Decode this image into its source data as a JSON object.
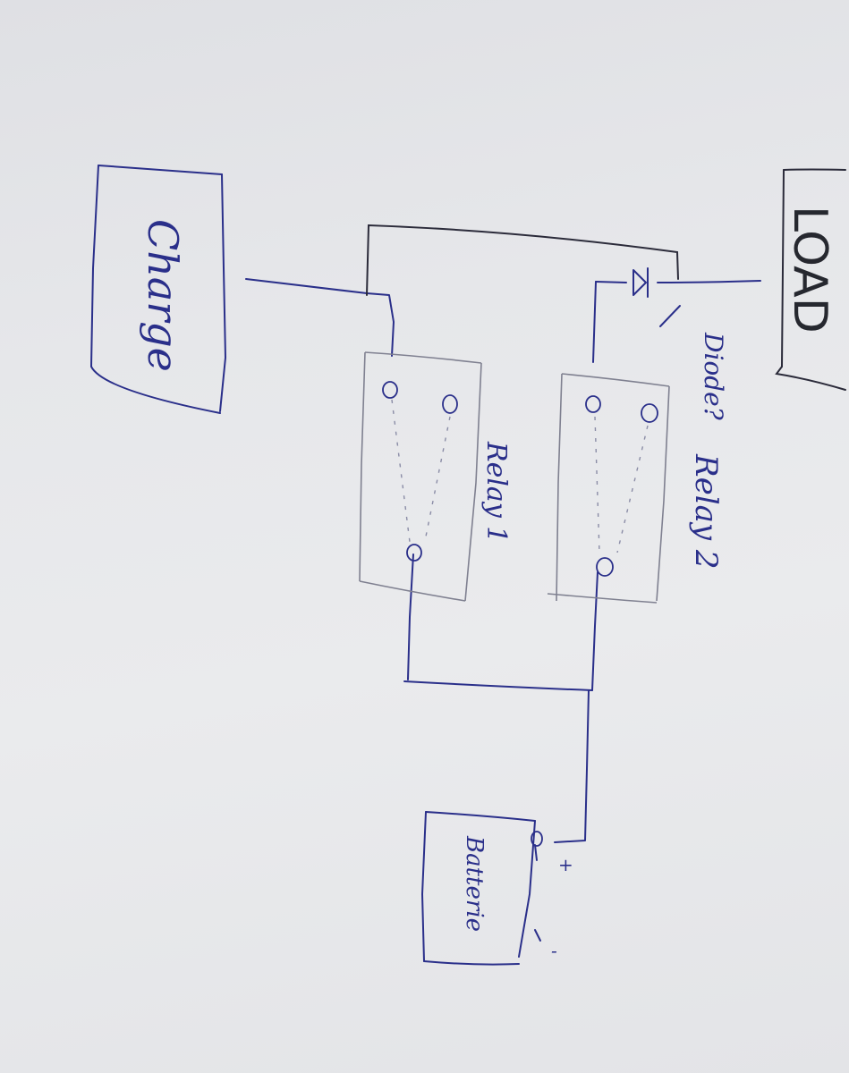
{
  "labels": {
    "load": "LOAD",
    "charge": "Charge",
    "diode": "Diode?",
    "relay1": "Relay 1",
    "relay2": "Relay 2",
    "battery": "Batterie",
    "plus": "+",
    "minus": "-"
  },
  "colors": {
    "ink": "#2a2f8a",
    "pencil": "#26282f",
    "paper": "#e6e7ea"
  }
}
